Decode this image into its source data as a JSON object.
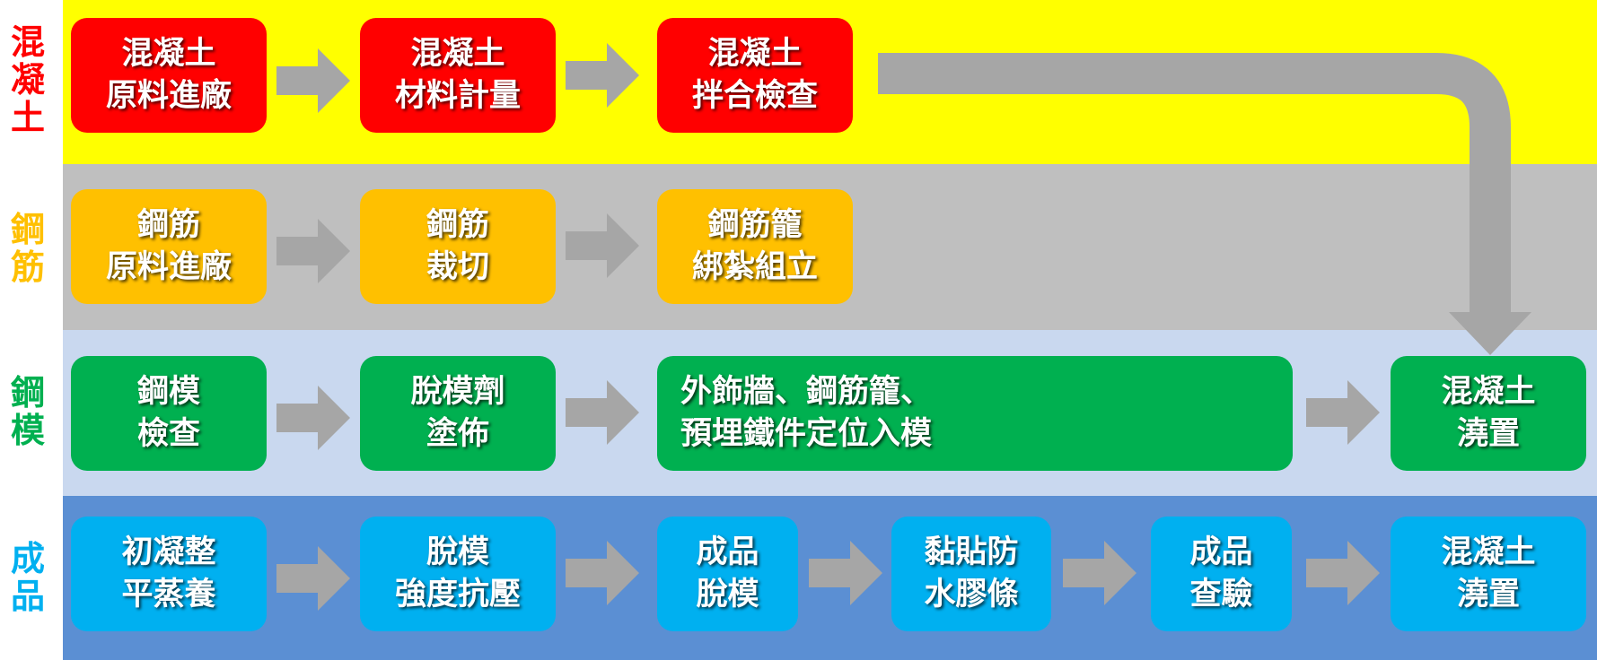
{
  "colors": {
    "concrete_lane": "#ffff00",
    "rebar_lane": "#bfbfbf",
    "mold_lane": "#c9d8ef",
    "product_lane": "#5b8fd3",
    "concrete_box": "#ff0000",
    "rebar_box": "#ffc000",
    "mold_box": "#00b050",
    "product_box": "#00b0f0",
    "concrete_label": "#ff0000",
    "rebar_label": "#ffc000",
    "mold_label": "#00b050",
    "product_label": "#00b0f0",
    "arrow": "#a6a6a6"
  },
  "lanes": {
    "concrete": {
      "label": "混凝土",
      "chars": [
        "混",
        "凝",
        "土"
      ]
    },
    "rebar": {
      "label": "鋼筋",
      "chars": [
        "鋼",
        "筋"
      ]
    },
    "mold": {
      "label": "鋼模",
      "chars": [
        "鋼",
        "模"
      ]
    },
    "product": {
      "label": "成品",
      "chars": [
        "成",
        "品"
      ]
    }
  },
  "steps": {
    "concrete": [
      "混凝土\n原料進廠",
      "混凝土\n材料計量",
      "混凝土\n拌合檢查"
    ],
    "rebar": [
      "鋼筋\n原料進廠",
      "鋼筋\n裁切",
      "鋼筋籠\n綁紮組立"
    ],
    "mold": [
      "鋼模\n檢查",
      "脫模劑\n塗佈",
      "外飾牆、鋼筋籠、\n預埋鐵件定位入模",
      "混凝土\n澆置"
    ],
    "product": [
      "初凝整\n平蒸養",
      "脫模\n強度抗壓",
      "成品\n脫模",
      "黏貼防\n水膠條",
      "成品\n查驗",
      "混凝土\n澆置"
    ]
  },
  "icons": {
    "flow_arrow": "right-arrow-icon",
    "bend_arrow": "bent-down-arrow-icon"
  }
}
